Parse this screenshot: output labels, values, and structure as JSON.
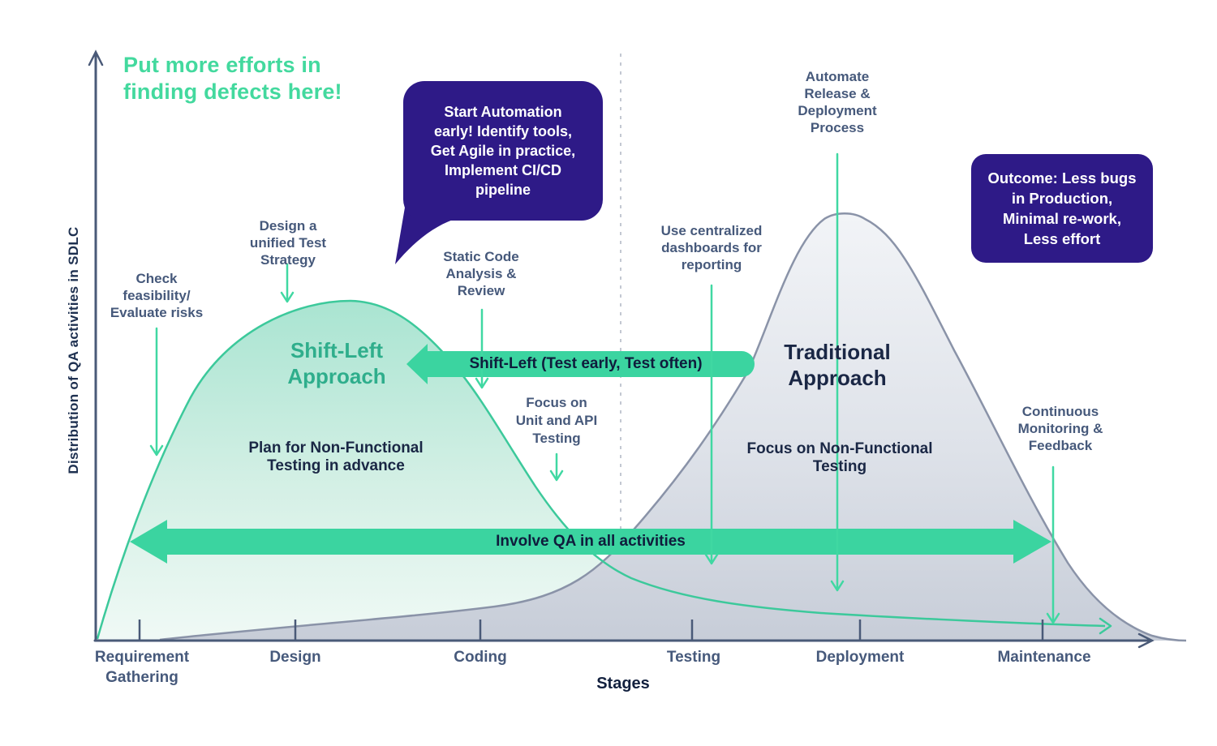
{
  "heading": "Put more efforts in\nfinding defects here!",
  "y_axis_label": "Distribution of QA activities in SDLC",
  "x_axis_title": "Stages",
  "stages": [
    "Requirement\nGathering",
    "Design",
    "Coding",
    "Testing",
    "Deployment",
    "Maintenance"
  ],
  "curve_labels": {
    "shift_left": "Shift-Left\nApproach",
    "traditional": "Traditional\nApproach"
  },
  "band_arrows": {
    "shift_left": "Shift-Left (Test early, Test often)",
    "involve_qa": "Involve QA in all activities"
  },
  "annotations": {
    "check_feasibility": "Check\nfeasibility/\nEvaluate risks",
    "design_test_strategy": "Design a\nunified Test\nStrategy",
    "static_code_analysis": "Static Code\nAnalysis &\nReview",
    "focus_unit_api": "Focus on\nUnit and API\nTesting",
    "plan_non_functional": "Plan for Non-Functional\nTesting in advance",
    "use_dashboards": "Use centralized\ndashboards for\nreporting",
    "automate_release": "Automate\nRelease &\nDeployment\nProcess",
    "focus_non_functional": "Focus on Non-Functional\nTesting",
    "continuous_monitoring": "Continuous\nMonitoring &\nFeedback"
  },
  "callouts": {
    "automation": "Start Automation\nearly! Identify tools,\nGet Agile in practice,\nImplement CI/CD\npipeline",
    "outcome": "Outcome: Less bugs\nin Production,\nMinimal re-work,\nLess effort"
  },
  "colors": {
    "accent_green": "#3BD4A0",
    "heading_green": "#43D99E",
    "curve_green_stroke": "#3CC99B",
    "green_fill_top": "#A5E3CF",
    "green_fill_bottom": "#EFF9F5",
    "curve_gray_stroke": "#8A93A8",
    "gray_fill_top": "#F2F4F7",
    "gray_fill_bottom": "#C7CDD8",
    "purple": "#2E1A87",
    "slate_text": "#46597B",
    "navy_text": "#1A2745",
    "shift_left_title": "#2FAE8C",
    "axis": "#4A5A78"
  }
}
